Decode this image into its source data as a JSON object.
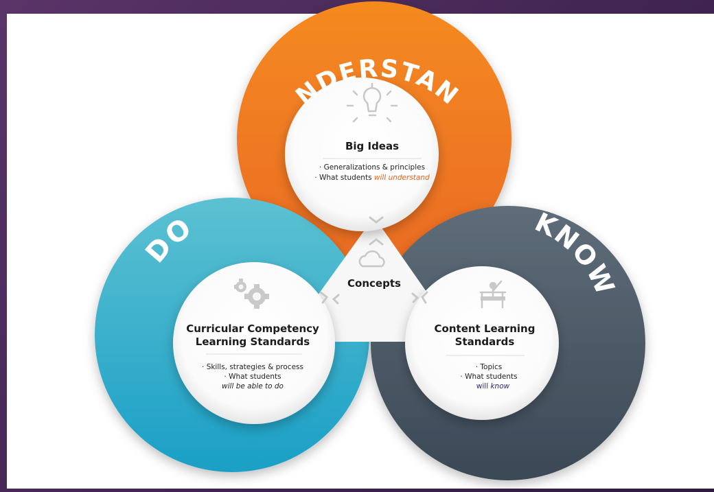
{
  "rings": {
    "understand": {
      "word": "UNDERSTAND",
      "color": "#f07d22"
    },
    "do": {
      "word": "DO",
      "color": "#27a9c6"
    },
    "know": {
      "word": "KNOW",
      "color": "#4b5b6b"
    }
  },
  "center": {
    "label": "Concepts"
  },
  "big_ideas": {
    "title": "Big Ideas",
    "line1": "· Generalizations & principles",
    "line2_prefix": "· What students ",
    "line2_emph": "will understand",
    "emph_color": "#e8621c"
  },
  "curricular": {
    "title_line1": "Curricular Competency",
    "title_line2": "Learning Standards",
    "line1": "· Skills, strategies & process",
    "line2": "· What students",
    "line3_emph": "will be able to do",
    "emph_color": "#1e9ec8"
  },
  "content": {
    "title_line1": "Content Learning",
    "title_line2": "Standards",
    "line1": "· Topics",
    "line2": "· What students",
    "line3_prefix": "will ",
    "line3_emph": "know",
    "emph_color": "#2e2a6b"
  },
  "icons": {
    "big_ideas": "lightbulb-icon",
    "curricular": "gears-icon",
    "content": "teacher-icon",
    "center": "cloud-icon"
  }
}
